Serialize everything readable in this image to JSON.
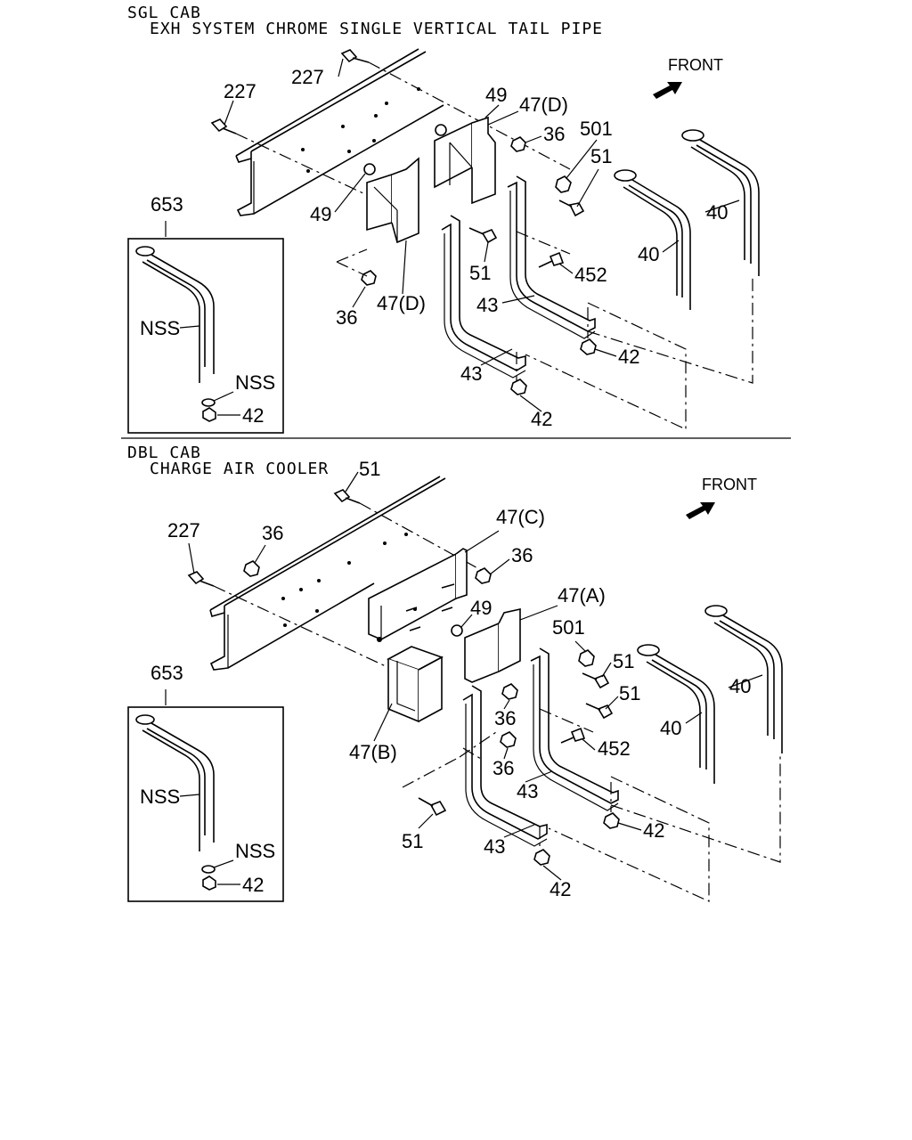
{
  "sections": [
    {
      "cab": "SGL CAB",
      "subtitle": "EXH SYSTEM CHROME SINGLE VERTICAL TAIL PIPE",
      "front": "FRONT",
      "labels": [
        "227",
        "227",
        "49",
        "47(D)",
        "36",
        "501",
        "51",
        "653",
        "49",
        "40",
        "40",
        "51",
        "452",
        "NSS",
        "36",
        "47(D)",
        "43",
        "42",
        "43",
        "NSS",
        "42",
        "42"
      ]
    },
    {
      "cab": "DBL CAB",
      "subtitle": "CHARGE AIR COOLER",
      "front": "FRONT",
      "labels": [
        "51",
        "227",
        "36",
        "47(C)",
        "36",
        "47(A)",
        "49",
        "501",
        "51",
        "653",
        "51",
        "40",
        "40",
        "36",
        "452",
        "47(B)",
        "36",
        "43",
        "NSS",
        "42",
        "51",
        "43",
        "NSS",
        "42",
        "42"
      ]
    }
  ]
}
